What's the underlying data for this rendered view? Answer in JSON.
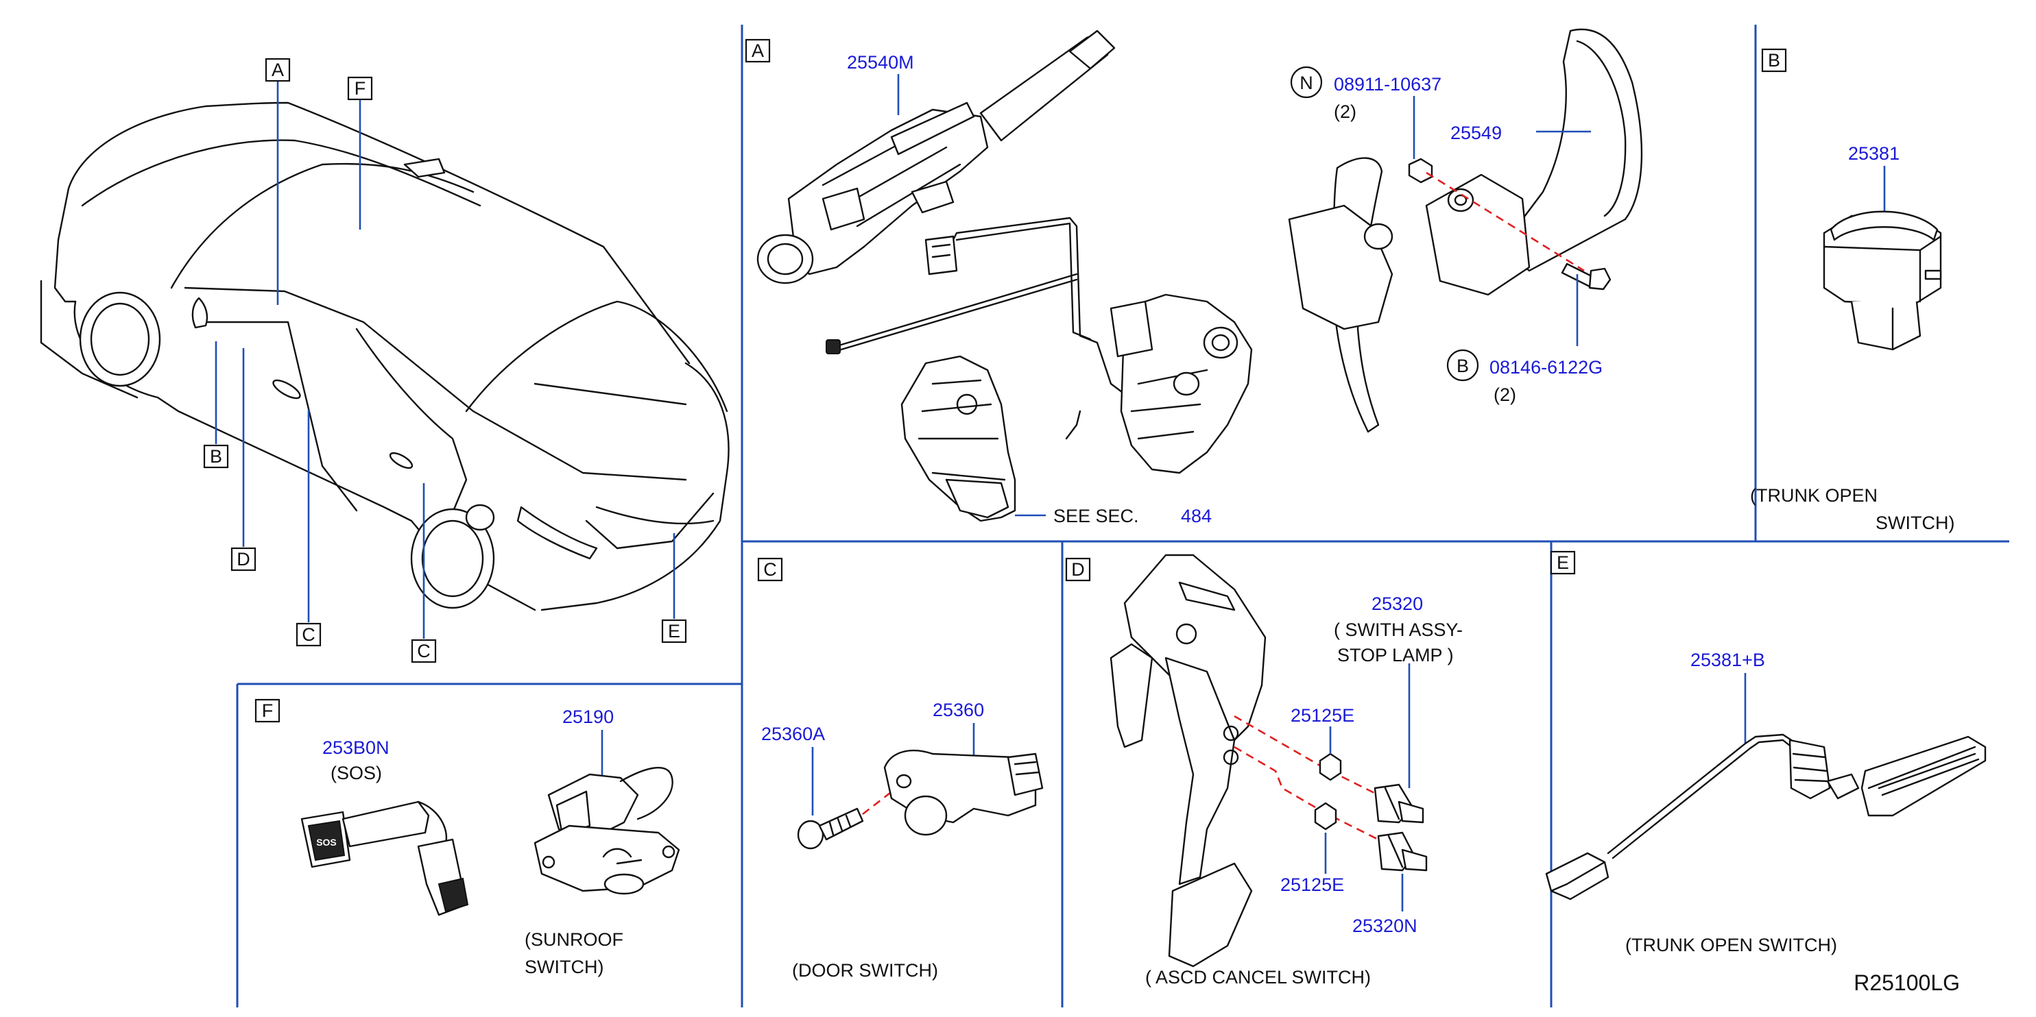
{
  "diagram_id": "R25100LG",
  "colors": {
    "part_number": "#1a1ad6",
    "divider": "#1f4fb5",
    "dashed_guide": "#e02020",
    "line_art": "#111111"
  },
  "overview": {
    "callouts": [
      "A",
      "F",
      "B",
      "D",
      "C",
      "C",
      "E"
    ]
  },
  "section_a": {
    "letter": "A",
    "parts": {
      "combination_switch": "25540M",
      "paddle_shifter": "25549",
      "nut_symbol": "N",
      "nut": "08911-10637",
      "nut_qty": "(2)",
      "bolt_symbol": "B",
      "bolt": "08146-6122G",
      "bolt_qty": "(2)"
    },
    "see_sec_label": "SEE   SEC.",
    "see_sec_number": "484"
  },
  "section_b": {
    "letter": "B",
    "part": "25381",
    "caption_line1": "(TRUNK   OPEN",
    "caption_line2": "SWITCH)"
  },
  "section_c": {
    "letter": "C",
    "parts": {
      "screw": "25360A",
      "door_switch": "25360"
    },
    "caption": "(DOOR   SWITCH)"
  },
  "section_d": {
    "letter": "D",
    "parts": {
      "stop_lamp_switch": "25320",
      "stop_lamp_desc_line1": "( SWITH   ASSY-",
      "stop_lamp_desc_line2": "STOP   LAMP )",
      "stopper_upper": "25125E",
      "stopper_lower": "25125E",
      "ascd_switch": "25320N"
    },
    "caption": "( ASCD   CANCEL   SWITCH)"
  },
  "section_e": {
    "letter": "E",
    "part": "25381+B",
    "caption": "(TRUNK   OPEN   SWITCH)"
  },
  "section_f": {
    "letter": "F",
    "parts": {
      "sos_switch": "253B0N",
      "sos_desc": "(SOS)",
      "sos_button_label": "SOS",
      "sunroof_switch": "25190"
    },
    "caption_line1": "(SUNROOF",
    "caption_line2": "SWITCH)"
  }
}
